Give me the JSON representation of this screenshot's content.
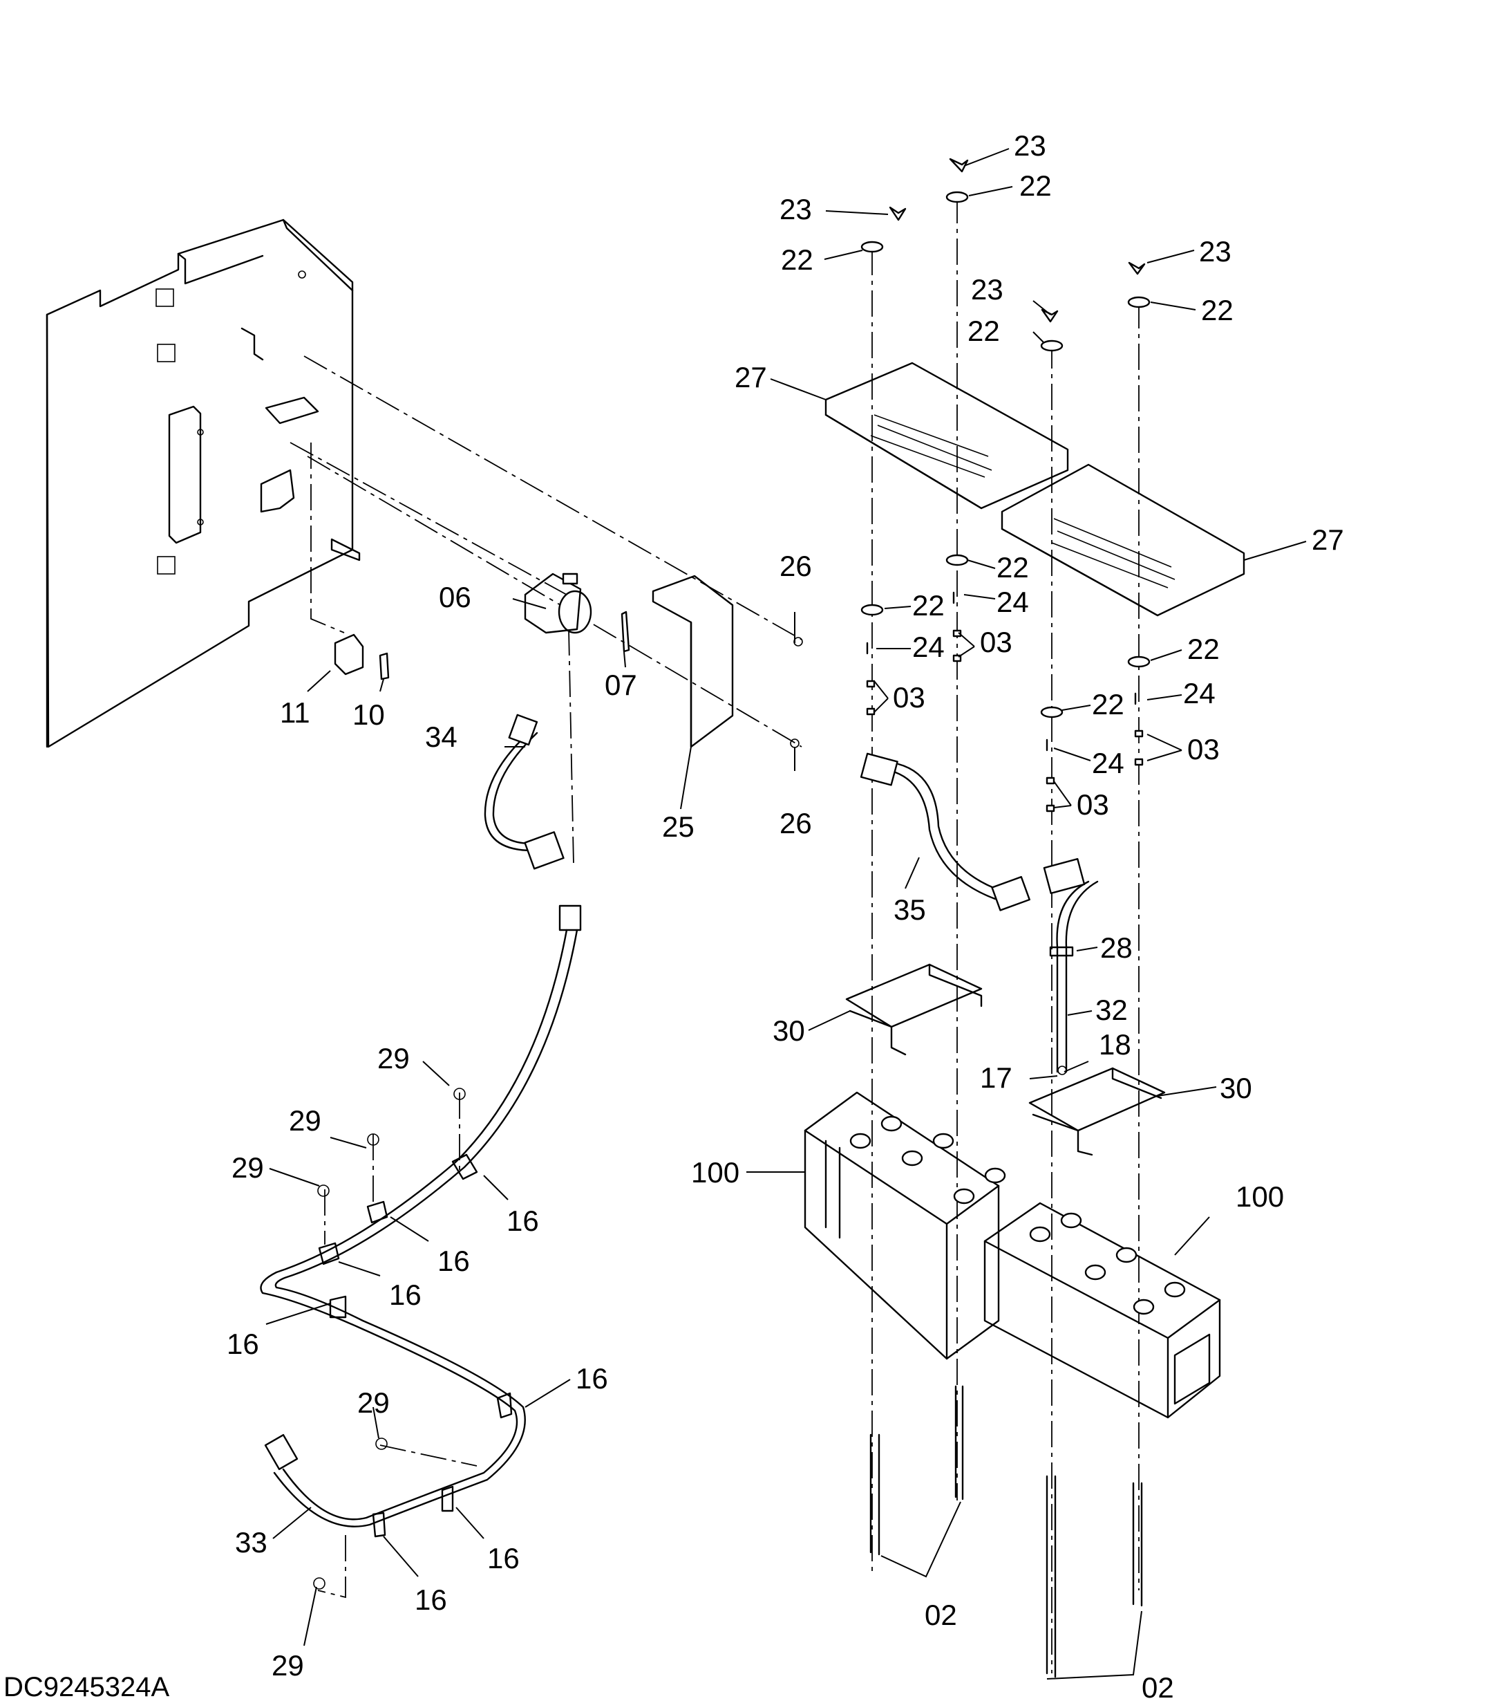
{
  "drawing_code": "DC9245324A",
  "labels": {
    "l_02_a": "02",
    "l_02_b": "02",
    "l_03_a": "03",
    "l_03_b": "03",
    "l_03_c": "03",
    "l_03_d": "03",
    "l_06": "06",
    "l_07": "07",
    "l_10": "10",
    "l_11": "11",
    "l_16_a": "16",
    "l_16_b": "16",
    "l_16_c": "16",
    "l_16_d": "16",
    "l_16_e": "16",
    "l_16_f": "16",
    "l_16_g": "16",
    "l_17": "17",
    "l_18": "18",
    "l_22_a": "22",
    "l_22_b": "22",
    "l_22_c": "22",
    "l_22_d": "22",
    "l_22_e": "22",
    "l_22_f": "22",
    "l_22_g": "22",
    "l_22_h": "22",
    "l_23_a": "23",
    "l_23_b": "23",
    "l_23_c": "23",
    "l_23_d": "23",
    "l_24_a": "24",
    "l_24_b": "24",
    "l_24_c": "24",
    "l_24_d": "24",
    "l_25": "25",
    "l_26_a": "26",
    "l_26_b": "26",
    "l_27_a": "27",
    "l_27_b": "27",
    "l_28": "28",
    "l_29_a": "29",
    "l_29_b": "29",
    "l_29_c": "29",
    "l_29_d": "29",
    "l_29_e": "29",
    "l_30_a": "30",
    "l_30_b": "30",
    "l_32": "32",
    "l_33": "33",
    "l_34": "34",
    "l_35": "35",
    "l_100_a": "100",
    "l_100_b": "100"
  }
}
